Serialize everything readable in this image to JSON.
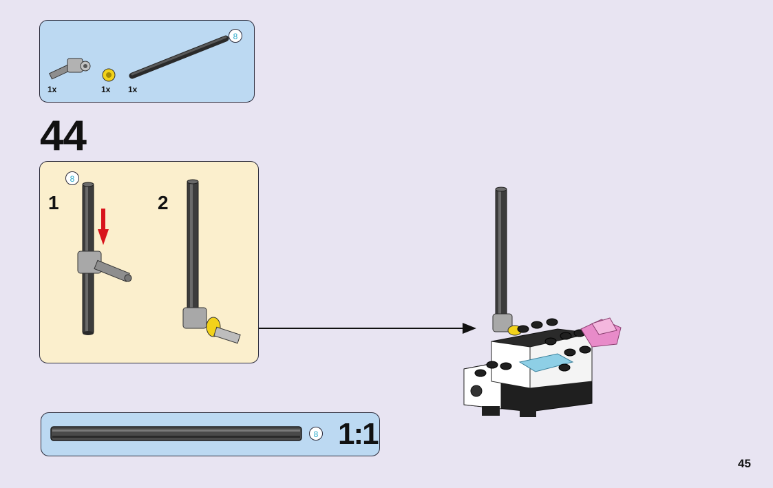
{
  "parts": {
    "quantities": [
      "1x",
      "1x",
      "1x"
    ],
    "axle_badge": "8"
  },
  "step": {
    "number": "44",
    "sub_badge": "8",
    "sub_steps": [
      "1",
      "2"
    ]
  },
  "scale": {
    "badge": "8",
    "label": "1:1"
  },
  "page": {
    "number": "45"
  },
  "colors": {
    "background": "#e8e4f2",
    "parts_panel": "#bcd9f2",
    "substep_panel": "#fbefcd",
    "axle": "#4a4a4a",
    "connector_gray": "#a0a0a0",
    "bushing_yellow": "#f2d21a",
    "arrow_red": "#d8141c",
    "badge_text": "#2aa9c9",
    "transparent_light_blue": "#8ecfe6",
    "pink": "#e88bc9"
  }
}
